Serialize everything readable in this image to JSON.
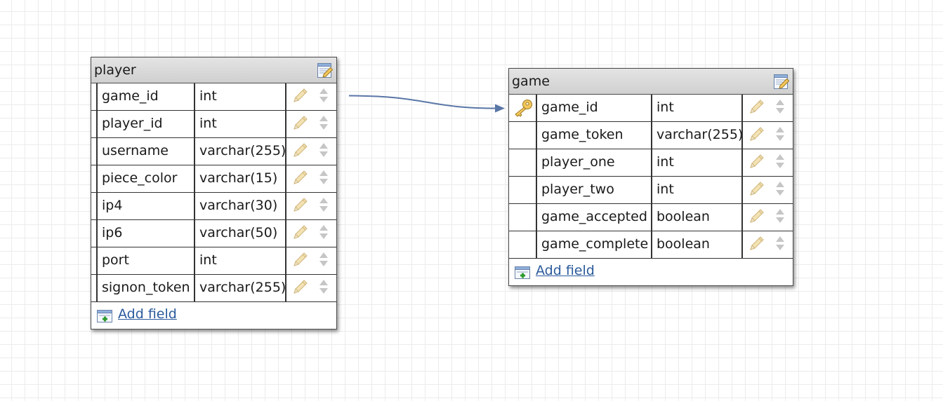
{
  "colors": {
    "link": "#2a5a9c",
    "connector": "#5a76a6",
    "header": "#d6d6d6",
    "border": "#4a4a4a"
  },
  "tables": [
    {
      "id": "player",
      "name": "player",
      "add_field_label": "Add field",
      "fields": [
        {
          "name": "game_id",
          "type": "int",
          "key": false
        },
        {
          "name": "player_id",
          "type": "int",
          "key": false
        },
        {
          "name": "username",
          "type": "varchar(255)",
          "key": false
        },
        {
          "name": "piece_color",
          "type": "varchar(15)",
          "key": false
        },
        {
          "name": "ip4",
          "type": "varchar(30)",
          "key": false
        },
        {
          "name": "ip6",
          "type": "varchar(50)",
          "key": false
        },
        {
          "name": "port",
          "type": "int",
          "key": false
        },
        {
          "name": "signon_token",
          "type": "varchar(255)",
          "key": false
        }
      ]
    },
    {
      "id": "game",
      "name": "game",
      "add_field_label": "Add field",
      "fields": [
        {
          "name": "game_id",
          "type": "int",
          "key": true
        },
        {
          "name": "game_token",
          "type": "varchar(255)",
          "key": false
        },
        {
          "name": "player_one",
          "type": "int",
          "key": false
        },
        {
          "name": "player_two",
          "type": "int",
          "key": false
        },
        {
          "name": "game_accepted",
          "type": "boolean",
          "key": false
        },
        {
          "name": "game_complete",
          "type": "boolean",
          "key": false
        }
      ]
    }
  ],
  "relations": [
    {
      "from_table": "player",
      "from_field": "game_id",
      "to_table": "game",
      "to_field": "game_id"
    }
  ],
  "icons": {
    "edit": "table-edit-icon",
    "pencil": "pencil-icon",
    "move": "move-arrows-icon",
    "add": "add-field-icon",
    "key": "primary-key-icon"
  }
}
